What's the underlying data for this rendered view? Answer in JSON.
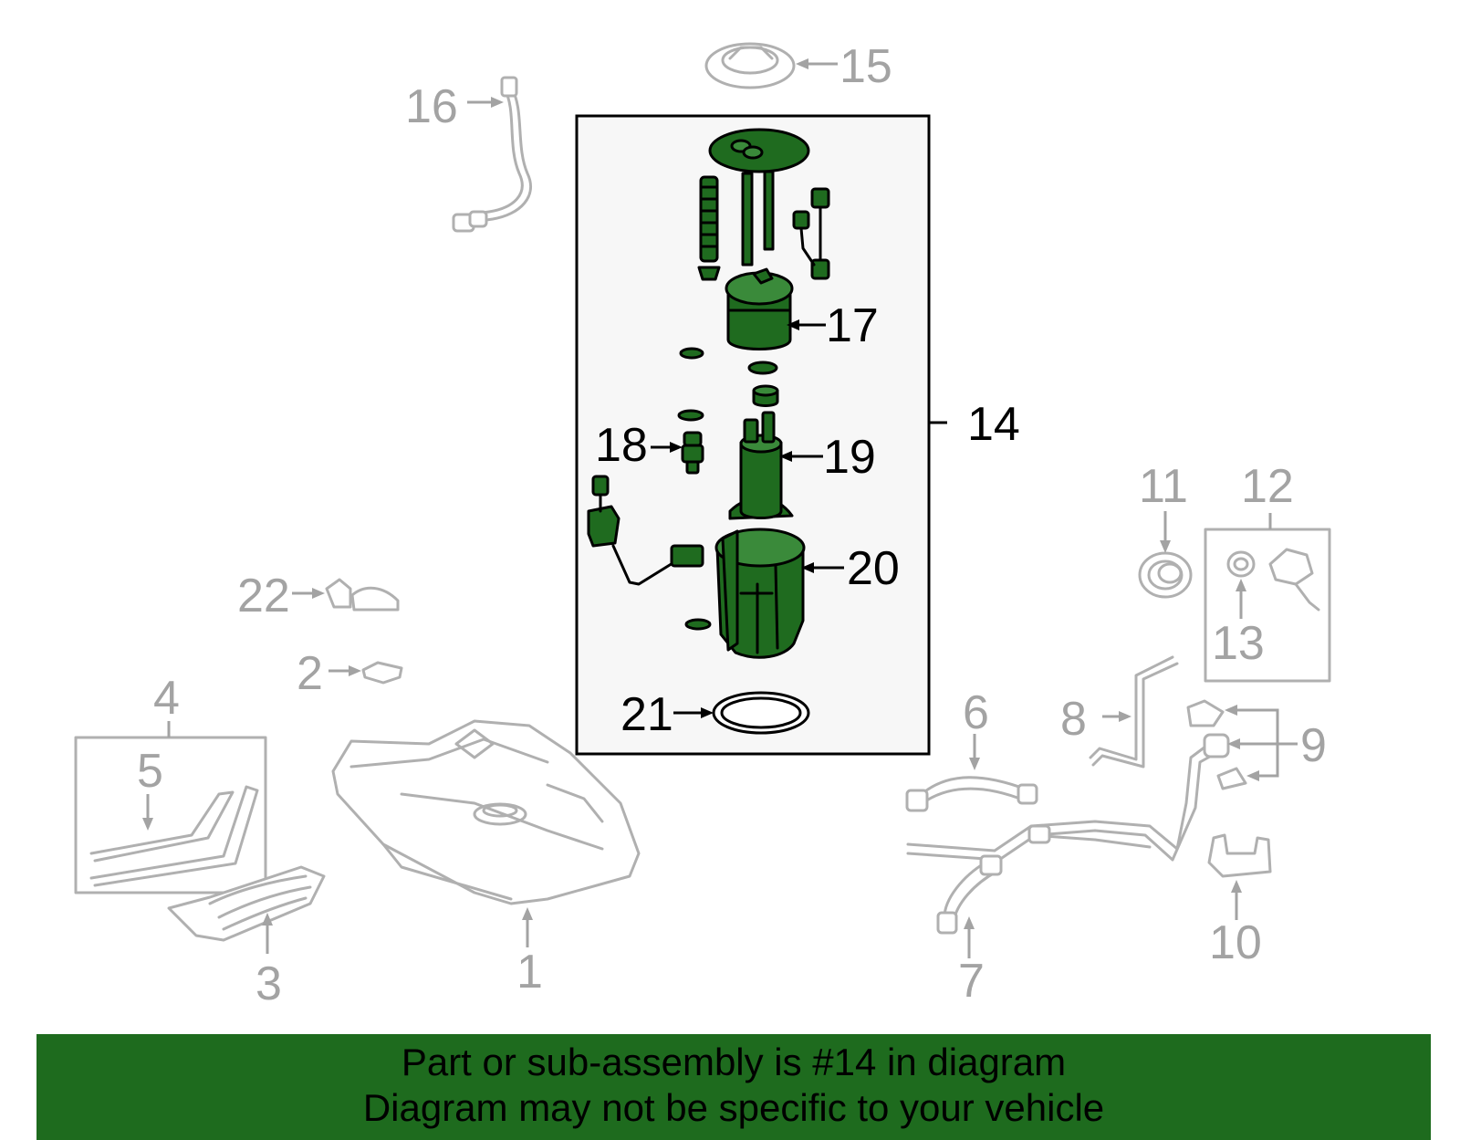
{
  "callouts": [
    {
      "num": "1",
      "highlight": false
    },
    {
      "num": "2",
      "highlight": false
    },
    {
      "num": "3",
      "highlight": false
    },
    {
      "num": "4",
      "highlight": false
    },
    {
      "num": "5",
      "highlight": false
    },
    {
      "num": "6",
      "highlight": false
    },
    {
      "num": "7",
      "highlight": false
    },
    {
      "num": "8",
      "highlight": false
    },
    {
      "num": "9",
      "highlight": false
    },
    {
      "num": "10",
      "highlight": false
    },
    {
      "num": "11",
      "highlight": false
    },
    {
      "num": "12",
      "highlight": false
    },
    {
      "num": "13",
      "highlight": false
    },
    {
      "num": "14",
      "highlight": true
    },
    {
      "num": "15",
      "highlight": false
    },
    {
      "num": "16",
      "highlight": false
    },
    {
      "num": "17",
      "highlight": true
    },
    {
      "num": "18",
      "highlight": true
    },
    {
      "num": "19",
      "highlight": true
    },
    {
      "num": "20",
      "highlight": true
    },
    {
      "num": "21",
      "highlight": true
    },
    {
      "num": "22",
      "highlight": false
    }
  ],
  "banner": {
    "line1": "Part or sub-assembly is #14 in diagram",
    "line2": "Diagram may not be specific to your vehicle"
  },
  "colors": {
    "banner_bg": "#1e6b1e",
    "highlight_part": "#1f6b1f",
    "ghost_part": "#b0b0b0",
    "ghost_label": "#a3a3a3"
  }
}
